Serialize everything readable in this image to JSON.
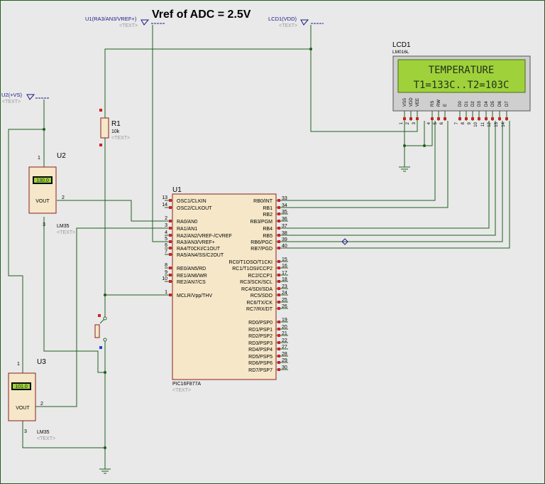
{
  "title": "Vref of ADC = 2.5V",
  "terminals": {
    "vref": "U1(RA3/AN3/VREF+)",
    "vdd": "LCD1(VDD)",
    "vs": "U2(+VS)",
    "text_tag": "<TEXT>"
  },
  "lcd": {
    "ref": "LCD1",
    "model": "LM016L",
    "line1": "TEMPERATURE",
    "line2": "T1=133C..T2=103C",
    "pin_names": [
      "VSS",
      "VDD",
      "VEE",
      "RS",
      "RW",
      "E",
      "D0",
      "D1",
      "D2",
      "D3",
      "D4",
      "D5",
      "D6",
      "D7"
    ],
    "pin_numbers": [
      "1",
      "2",
      "3",
      "4",
      "5",
      "6",
      "7",
      "8",
      "9",
      "10",
      "11",
      "12",
      "13",
      "14"
    ]
  },
  "resistor": {
    "ref": "R1",
    "value": "10k"
  },
  "sensor_u2": {
    "ref": "U2",
    "reading": "130.0",
    "out_label": "VOUT",
    "part": "LM35",
    "pin_top": "1",
    "pin_out": "2",
    "pin_bottom": "3"
  },
  "sensor_u3": {
    "ref": "U3",
    "reading": "101.0",
    "out_label": "VOUT",
    "part": "LM35",
    "pin_top": "1",
    "pin_out": "2",
    "pin_bottom": "3"
  },
  "mcu": {
    "ref": "U1",
    "part": "PIC16F877A",
    "left_pins": [
      {
        "num": "13",
        "name": "OSC1/CLKIN"
      },
      {
        "num": "14",
        "name": "OSC2/CLKOUT"
      },
      {
        "num": "2",
        "name": "RA0/AN0"
      },
      {
        "num": "3",
        "name": "RA1/AN1"
      },
      {
        "num": "4",
        "name": "RA2/AN2/VREF-/CVREF"
      },
      {
        "num": "5",
        "name": "RA3/AN3/VREF+"
      },
      {
        "num": "6",
        "name": "RA4/T0CKI/C1OUT"
      },
      {
        "num": "7",
        "name": "RA5/AN4/SS/C2OUT"
      },
      {
        "num": "8",
        "name": "RE0/AN5/RD"
      },
      {
        "num": "9",
        "name": "RE1/AN6/WR"
      },
      {
        "num": "10",
        "name": "RE2/AN7/CS"
      },
      {
        "num": "1",
        "name": "MCLR/Vpp/THV"
      }
    ],
    "right_pins": [
      {
        "num": "33",
        "name": "RB0/INT"
      },
      {
        "num": "34",
        "name": "RB1"
      },
      {
        "num": "35",
        "name": "RB2"
      },
      {
        "num": "36",
        "name": "RB3/PGM"
      },
      {
        "num": "37",
        "name": "RB4"
      },
      {
        "num": "38",
        "name": "RB5"
      },
      {
        "num": "39",
        "name": "RB6/PGC"
      },
      {
        "num": "40",
        "name": "RB7/PGD"
      },
      {
        "num": "15",
        "name": "RC0/T1OSO/T1CKI"
      },
      {
        "num": "16",
        "name": "RC1/T1OSI/CCP2"
      },
      {
        "num": "17",
        "name": "RC2/CCP1"
      },
      {
        "num": "18",
        "name": "RC3/SCK/SCL"
      },
      {
        "num": "23",
        "name": "RC4/SDI/SDA"
      },
      {
        "num": "24",
        "name": "RC5/SDO"
      },
      {
        "num": "25",
        "name": "RC6/TX/CK"
      },
      {
        "num": "26",
        "name": "RC7/RX/DT"
      },
      {
        "num": "19",
        "name": "RD0/PSP0"
      },
      {
        "num": "20",
        "name": "RD1/PSP1"
      },
      {
        "num": "21",
        "name": "RD2/PSP2"
      },
      {
        "num": "22",
        "name": "RD3/PSP3"
      },
      {
        "num": "27",
        "name": "RD4/PSP4"
      },
      {
        "num": "28",
        "name": "RD5/PSP5"
      },
      {
        "num": "29",
        "name": "RD6/PSP6"
      },
      {
        "num": "30",
        "name": "RD7/PSP7"
      }
    ]
  },
  "colors": {
    "background": "#e9e9e9",
    "wire": "#1f5f1f",
    "component_fill": "#f5e7c8",
    "component_stroke": "#8b1e1e",
    "lcd_screen": "#9fd23a",
    "lcd_text": "#24311a",
    "label_blue": "#1a1a8c",
    "pin_red": "#cc2222",
    "text_gray": "#9a9a9a"
  }
}
